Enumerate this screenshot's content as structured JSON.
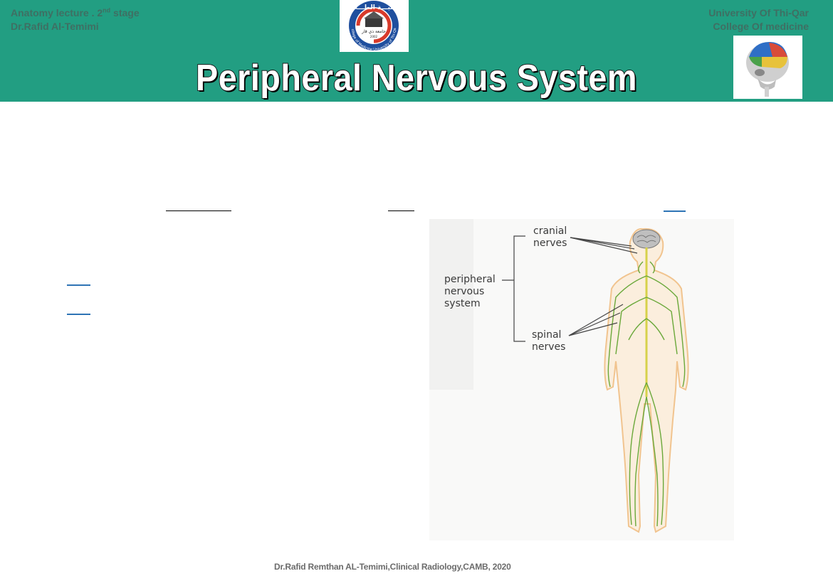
{
  "header": {
    "left_line1": "Anatomy lecture . 2",
    "left_line1_sup": "nd",
    "left_line1_tail": " stage",
    "left_line2": "Dr.Rafid Al-Temimi",
    "right_line1": "University Of Thi-Qar",
    "right_line2": "College Of  medicine",
    "background_color": "#229e82",
    "logo_text": "كليـــة الطـــب",
    "logo_subtext": "جامعة ذي قار",
    "logo_year": "2002",
    "logo_ring_text": "College of Medicine University of Thi-Qar"
  },
  "slide": {
    "title": "Peripheral Nervous System"
  },
  "figure": {
    "labels": {
      "cranial_line1": "cranial",
      "cranial_line2": "nerves",
      "pns_line1": "peripheral",
      "pns_line2": "nervous",
      "pns_line3": "system",
      "spinal_line1": "spinal",
      "spinal_line2": "nerves"
    }
  },
  "footer": {
    "text": "Dr.Rafid Remthan AL-Temimi,Clinical Radiology,CAMB, 2020"
  }
}
